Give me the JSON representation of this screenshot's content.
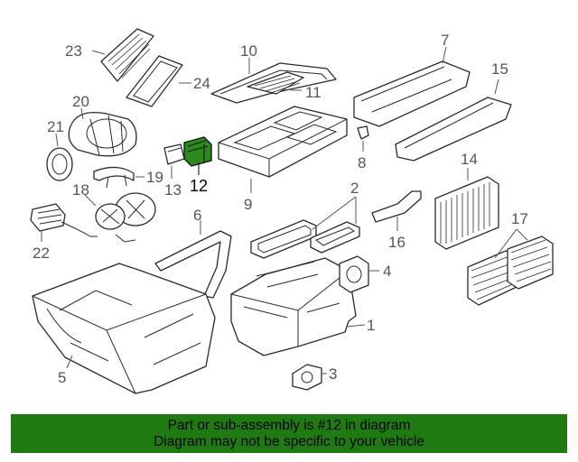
{
  "labels": {
    "p1": "1",
    "p2": "2",
    "p3": "3",
    "p4": "4",
    "p5": "5",
    "p6": "6",
    "p7": "7",
    "p8": "8",
    "p9": "9",
    "p10": "10",
    "p11": "11",
    "p12": "12",
    "p13": "13",
    "p14": "14",
    "p15": "15",
    "p16": "16",
    "p17": "17",
    "p18": "18",
    "p19": "19",
    "p20": "20",
    "p21": "21",
    "p22": "22",
    "p23": "23",
    "p24": "24"
  },
  "highlight_color": "#2d8a1f",
  "banner": {
    "color": "#1f7a12",
    "line1": "Part or sub-assembly is #12 in diagram",
    "line2": "Diagram may not be specific to your vehicle"
  }
}
